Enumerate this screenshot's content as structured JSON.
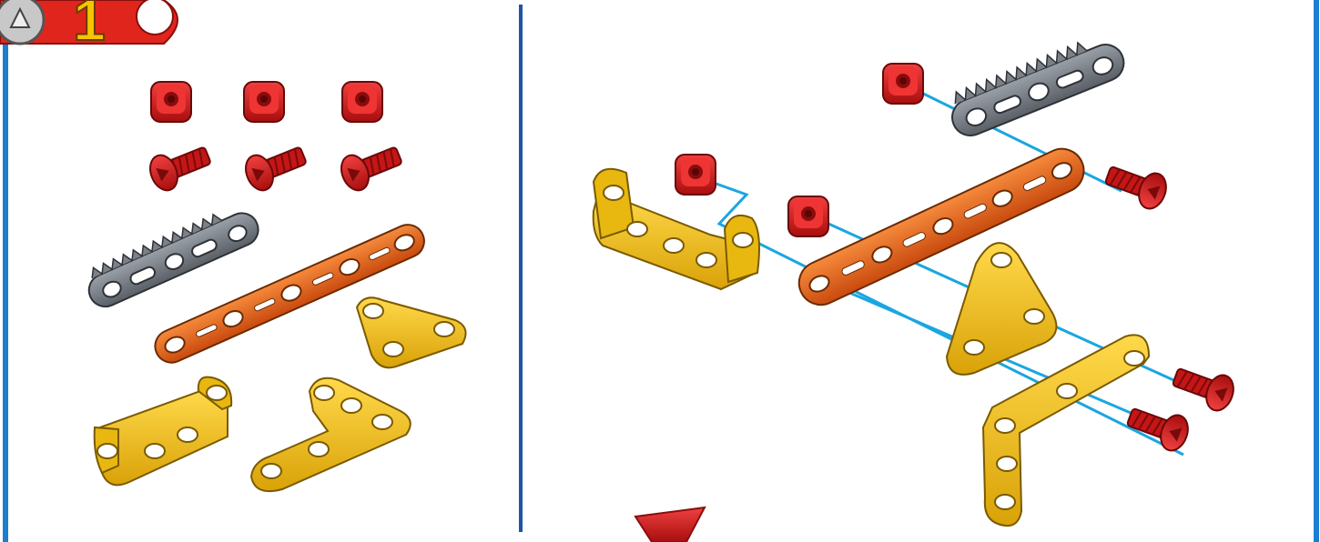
{
  "step": {
    "number": "1",
    "badge_color": "#e0261c",
    "number_color": "#f5c400"
  },
  "panels": {
    "divider_color": "#1d55a0",
    "parts_panel": "parts-list",
    "assembly_panel": "exploded-assembly-view"
  },
  "parts": [
    {
      "name": "square-nut",
      "count": 3,
      "color": "#d81e1e"
    },
    {
      "name": "screw",
      "count": 3,
      "color": "#d81e1e"
    },
    {
      "name": "rack-gear-strip",
      "count": 1,
      "color": "#7c8088"
    },
    {
      "name": "flat-strip-5-hole",
      "count": 1,
      "color": "#e9631e"
    },
    {
      "name": "triangle-plate",
      "count": 1,
      "color": "#f2c21a"
    },
    {
      "name": "u-bracket",
      "count": 1,
      "color": "#f2c21a"
    },
    {
      "name": "l-bracket",
      "count": 1,
      "color": "#f2c21a"
    }
  ],
  "colors": {
    "assembly_line": "#1aa6e0",
    "page_border": "#1a7fd0",
    "next_arrow": "#e0261c"
  }
}
